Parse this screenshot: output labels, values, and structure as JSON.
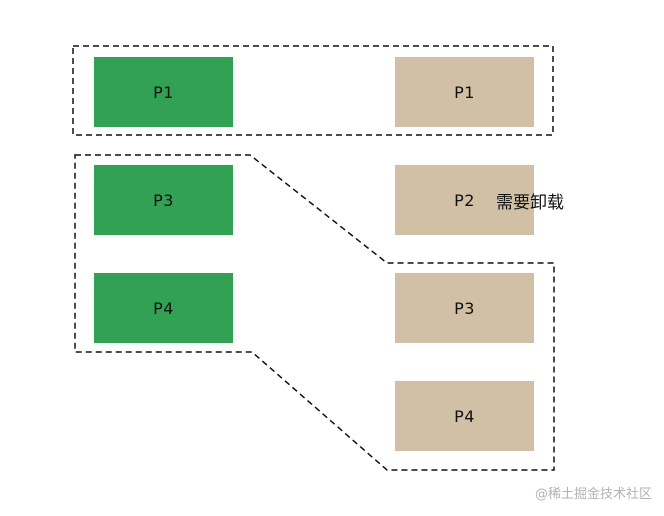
{
  "diagram": {
    "left_pages": [
      {
        "label": "P1"
      },
      {
        "label": "P3"
      },
      {
        "label": "P4"
      }
    ],
    "right_pages": [
      {
        "label": "P1"
      },
      {
        "label": "P2"
      },
      {
        "label": "P3"
      },
      {
        "label": "P4"
      }
    ],
    "annotation": "需要卸载",
    "colors": {
      "left_box": "#33a154",
      "right_box": "#d1c0a5",
      "outline": "#111111"
    }
  },
  "watermark": "@稀土掘金技术社区"
}
